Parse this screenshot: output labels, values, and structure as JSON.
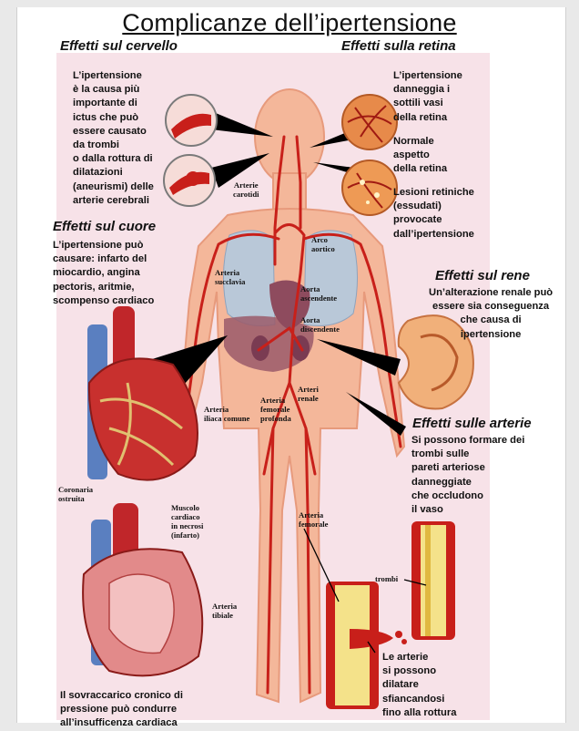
{
  "title": "Complicanze dell’ipertensione",
  "sections": {
    "brain": {
      "heading": "Effetti sul cervello",
      "text": "L’ipertensione\nè la causa più\nimportante di\nictus che può\nessere causato\nda trombi\no dalla rottura di\ndilatazioni\n(aneurismi) delle\narterie cerebrali"
    },
    "retina": {
      "heading": "Effetti sulla retina",
      "text_damage": "L’ipertensione\ndanneggia i\nsottili vasi\ndella retina",
      "text_normal": "Normale\naspetto\ndella retina",
      "text_lesions": "Lesioni retiniche\n(essudati)\nprovocate\ndall’ipertensione"
    },
    "heart": {
      "heading": "Effetti sul cuore",
      "text": "L’ipertensione può\ncausare: infarto del\nmiocardio, angina\npectoris, aritmie,\nscompenso cardiaco",
      "text_overload": "Il sovraccarico cronico di\npressione può condurre\nall’insufficenza cardiaca"
    },
    "kidney": {
      "heading": "Effetti sul rene",
      "text": "Un’alterazione renale può\nessere sia conseguenza\nche causa di\nipertensione"
    },
    "arteries": {
      "heading": "Effetti sulle arterie",
      "text": "Si possono formare dei\ntrombi sulle\npareti arteriose\ndanneggiate\nche occludono\nil vaso",
      "text_dilation": "Le arterie\nsi possono\ndilatare\nsfiancandosi\nfino alla rottura"
    }
  },
  "labels": {
    "carotid": "Arterie\ncarotidi",
    "aortic_arch": "Arco\naortico",
    "subclavian": "Arteria\nsucclavia",
    "ascending_aorta": "Aorta\nascendente",
    "descending_aorta": "Aorta\ndiscendente",
    "renal": "Arteri\nrenale",
    "iliac": "Arteria\niliaca comune",
    "deep_femoral": "Arteria\nfemorale\nprofonda",
    "femoral": "Arteria\nfemorale",
    "tibial": "Arteria\ntibiale",
    "coronary": "Coronaria\nostruita",
    "heart_muscle": "Muscolo\ncardiaco\nin necrosi\n(infarto)",
    "thrombi": "trombi"
  },
  "colors": {
    "background": "#f7e2e8",
    "artery": "#c8201a",
    "skin": "#f4b79a",
    "vein": "#5a7fc0"
  }
}
